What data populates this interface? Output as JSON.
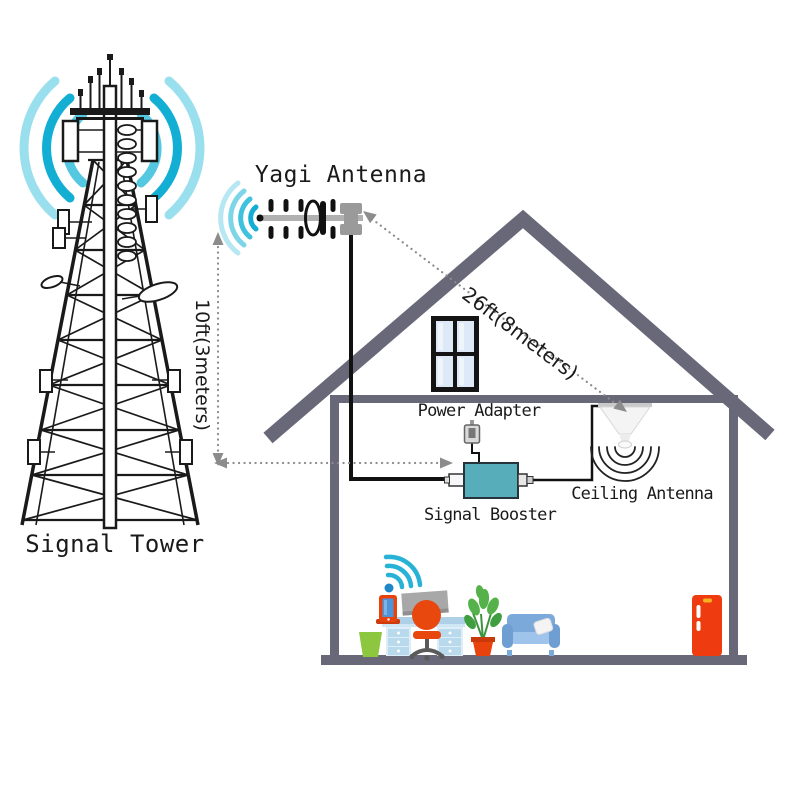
{
  "page": {
    "background": "#ffffff"
  },
  "labels": {
    "yagi_antenna": "Yagi Antenna",
    "signal_tower": "Signal Tower",
    "power_adapter": "Power Adapter",
    "signal_booster": "Signal Booster",
    "ceiling_antenna": "Ceiling Antenna"
  },
  "measurements": {
    "antenna_height": "10ft(3meters)",
    "diagonal_distance": "26ft(8meters)"
  },
  "colors": {
    "structure": "#696878",
    "cable": "#111111",
    "measure_line": "#8c8c8c",
    "booster_fill": "#57adba",
    "wave_light": "#9adfee",
    "wave_mid": "#54c8e0",
    "wave_dark": "#12aed4",
    "yagi_wave_1": "#14aed4",
    "yagi_wave_2": "#3ec2de",
    "yagi_wave_3": "#7ed5e8",
    "yagi_wave_4": "#b6e7f2",
    "wifi": "#27b2d6",
    "window_pane": "#dde9f6",
    "ceiling_antenna_fill": "#f4f4f4",
    "chair": "#e8470e",
    "sofa": "#7aa9da",
    "plant_pot": "#e8430d",
    "fridge": "#ee3c10",
    "bin": "#8dc63f",
    "desk": "#b9d9ec"
  }
}
